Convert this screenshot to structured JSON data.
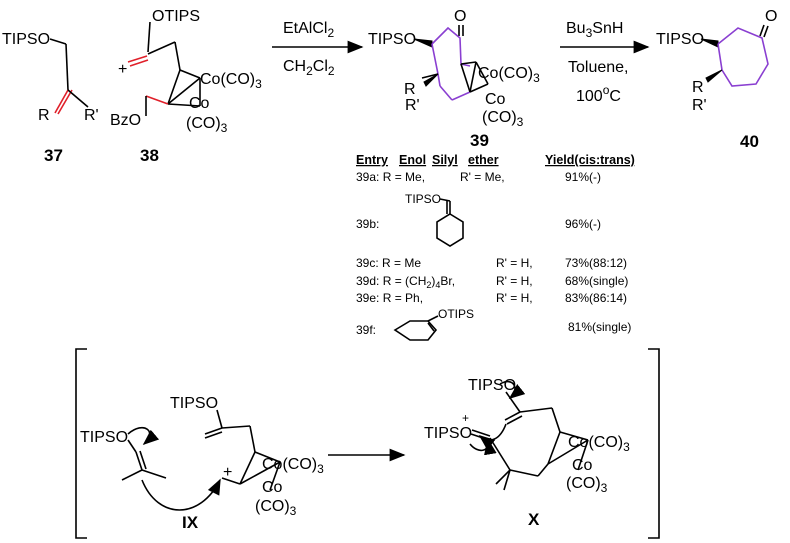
{
  "compounds": {
    "c37": {
      "label": "37",
      "otips": "TIPSO",
      "R": "R",
      "Rp": "R'"
    },
    "c38": {
      "label": "38",
      "otips": "OTIPS",
      "bzo": "BzO",
      "co_top": "Co(CO)",
      "co_bot": "Co",
      "co_bot2": "(CO)",
      "sub": "3"
    },
    "c39": {
      "label": "39",
      "otips": "TIPSO",
      "R": "R",
      "Rp": "R'",
      "oxo": "O",
      "co_top": "Co(CO)",
      "co_bot": "Co",
      "co_bot2": "(CO)",
      "sub": "3"
    },
    "c40": {
      "label": "40",
      "otips": "TIPSO",
      "R": "R",
      "Rp": "R'",
      "oxo": "O"
    },
    "plus": "+"
  },
  "arrow1": {
    "reagent_top": "EtAlCl",
    "reagent_top_sub": "2",
    "reagent_bot_a": "CH",
    "reagent_bot_sub1": "2",
    "reagent_bot_b": "Cl",
    "reagent_bot_sub2": "2"
  },
  "arrow2": {
    "reagent_top_a": "Bu",
    "reagent_top_sub": "3",
    "reagent_top_b": "SnH",
    "reagent_mid": "Toluene,",
    "reagent_bot_a": "100",
    "reagent_bot_sup": "o",
    "reagent_bot_b": "C"
  },
  "table": {
    "headers": {
      "entry": "Entry",
      "enol": "Enol",
      "silyl": "Silyl",
      "ether": "ether",
      "yield": "Yield(cis:trans)"
    },
    "rows": [
      {
        "entry": "39a: R = Me,",
        "rp": "R' = Me,",
        "yield": "91%(-)"
      },
      {
        "entry": "39b:",
        "struct_label": "TIPSO",
        "yield": "96%(-)"
      },
      {
        "entry": "39c: R = Me",
        "rp": "R' = H,",
        "yield": "73%(88:12)"
      },
      {
        "entry_a": "39d: R = (CH",
        "entry_sub": "2",
        "entry_b": ")",
        "entry_sub2": "4",
        "entry_c": "Br,",
        "rp": "R' = H,",
        "yield": "68%(single)"
      },
      {
        "entry": "39e: R = Ph,",
        "rp": "R' = H,",
        "yield": "83%(86:14)"
      },
      {
        "entry": "39f:",
        "struct_label": "OTIPS",
        "yield": "81%(single)"
      }
    ]
  },
  "intermediates": {
    "IX": {
      "label": "IX",
      "tipso_a": "TIPSO",
      "tipso_b": "TIPSO",
      "plus": "+",
      "co_top": "Co(CO)",
      "co_bot": "Co",
      "co_bot2": "(CO)",
      "sub": "3"
    },
    "X": {
      "label": "X",
      "tipso_a": "TIPSO",
      "tipso_b": "TIPSO",
      "plus": "+",
      "co_top": "Co(CO)",
      "co_bot": "Co",
      "co_bot2": "(CO)",
      "sub": "3"
    }
  }
}
